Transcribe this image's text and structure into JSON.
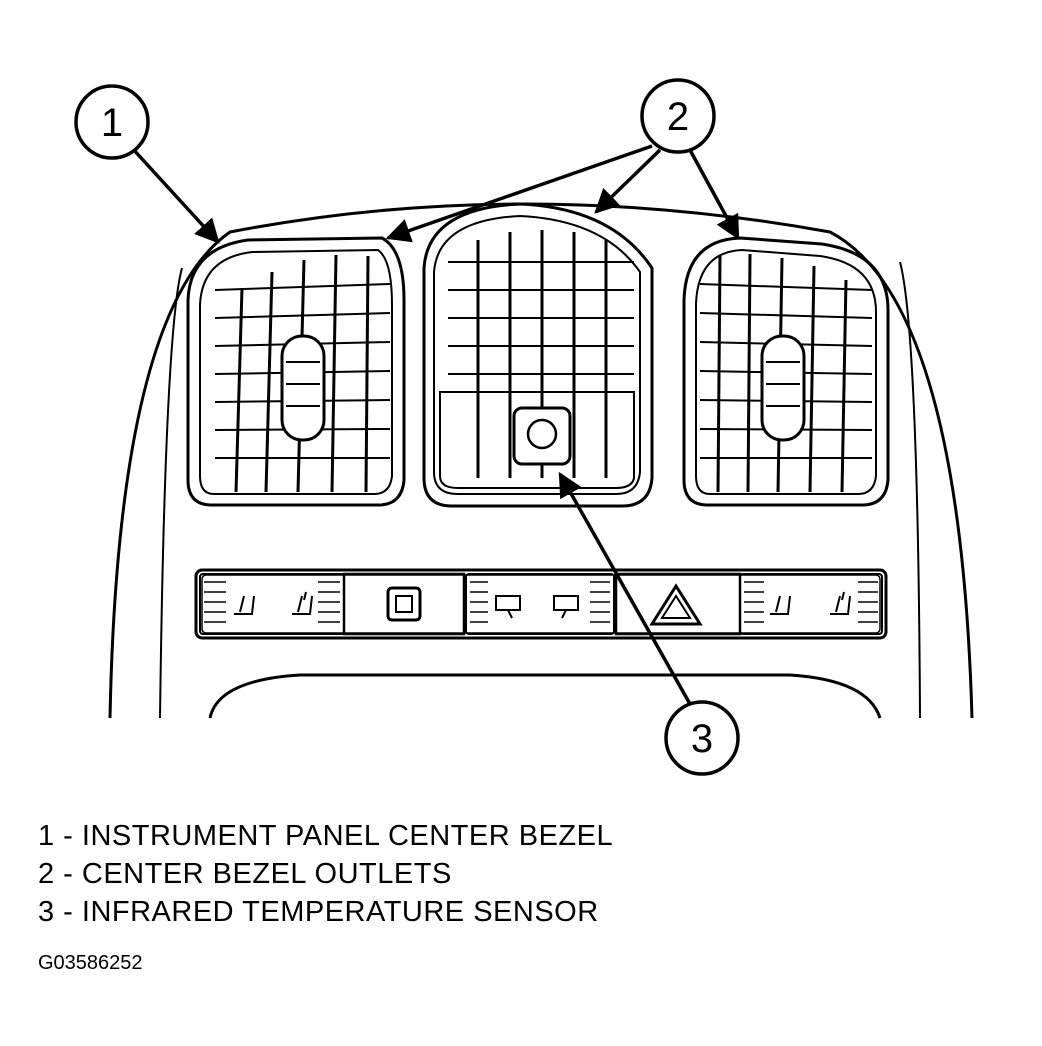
{
  "callouts": [
    {
      "id": "callout-1",
      "number": "1"
    },
    {
      "id": "callout-2",
      "number": "2"
    },
    {
      "id": "callout-3",
      "number": "3"
    }
  ],
  "legend": [
    {
      "key": "1",
      "text": "1 - INSTRUMENT PANEL CENTER BEZEL"
    },
    {
      "key": "2",
      "text": "2 - CENTER BEZEL OUTLETS"
    },
    {
      "key": "3",
      "text": "3 - INFRARED TEMPERATURE SENSOR"
    }
  ],
  "figure_id": "G03586252"
}
